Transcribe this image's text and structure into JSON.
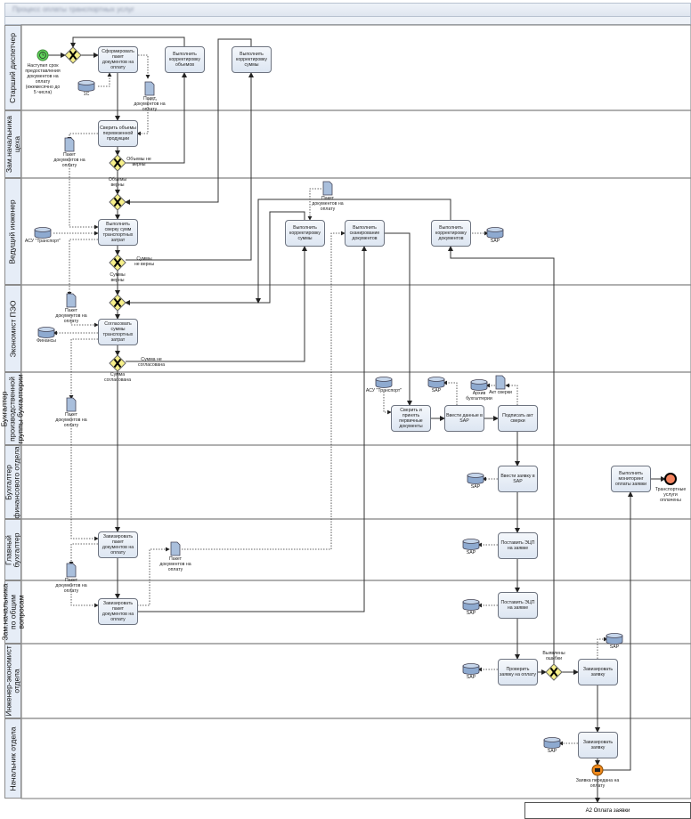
{
  "title": "Процесс оплаты транспортных услуг",
  "lanes": [
    {
      "label": "Старший диспетчер"
    },
    {
      "label": "Зам.начальника\nцеха"
    },
    {
      "label": "Ведущий инженер"
    },
    {
      "label": "Экономист ПЭО"
    },
    {
      "label": "Бухгалтер\nпроизводственной\nгруппы бухгалтерии"
    },
    {
      "label": "Бухгалтер\nфинансового отдела"
    },
    {
      "label": "Главный\nбухгалтер"
    },
    {
      "label": "Зам.начальника\nпо общим\nвопросам"
    },
    {
      "label": "Инженер-экономист\nотдела"
    },
    {
      "label": "Начальник отдела"
    }
  ],
  "tasks": [
    {
      "label": "Сформировать пакет документов на оплату"
    },
    {
      "label": "Выполнить корректировку объемов"
    },
    {
      "label": "Выполнить корректировку суммы"
    },
    {
      "label": "Сверить объемы перевезенной продукции"
    },
    {
      "label": "Выполнить сверку сумм транспортных затрат"
    },
    {
      "label": "Выполнить корректировку суммы"
    },
    {
      "label": "Выполнить сканирование документов"
    },
    {
      "label": "Выполнить корректировку документов"
    },
    {
      "label": "Согласовать суммы транспортных затрат"
    },
    {
      "label": "Сверить и принять первичные документы"
    },
    {
      "label": "Ввести данные в SAP"
    },
    {
      "label": "Подписать акт сверки"
    },
    {
      "label": "Ввести заявку в SAP"
    },
    {
      "label": "Выполнить мониторинг оплаты заявки"
    },
    {
      "label": "Завизировать пакет документов на оплату"
    },
    {
      "label": "Завизировать пакет документов на оплату"
    },
    {
      "label": "Поставить ЭЦП на заявке"
    },
    {
      "label": "Поставить ЭЦП на заявке"
    },
    {
      "label": "Проверить заявку на оплату"
    },
    {
      "label": "Завизировать заявку"
    },
    {
      "label": "Завизировать заявку"
    }
  ],
  "events": {
    "start": {
      "label": "Наступил срок\nпредоставления\nдокументов на\nоплату\n(ежемесячно до\n5 числа)",
      "color": "#5fd35a"
    },
    "end": {
      "label": "Транспортные\nуслуги\nоплачены",
      "color": "#f5845f"
    },
    "intermediate": {
      "label": "Заявка передана на\nоплату",
      "color": "#f08a1c"
    }
  },
  "gateway_labels": [
    {
      "label": "Объемы не\nверны"
    },
    {
      "label": "Объемы\nверны"
    },
    {
      "label": "Суммы\nне верны"
    },
    {
      "label": "Суммы\nверны"
    },
    {
      "label": "Сумма не\nсогласована"
    },
    {
      "label": "Сумма\nсогласована"
    },
    {
      "label": "Выявлены\nошибки"
    }
  ],
  "data_stores": [
    {
      "label": "1С"
    },
    {
      "label": "АСУ \"Транспорт\""
    },
    {
      "label": "Финансы"
    },
    {
      "label": "АСУ \"Транспорт\""
    },
    {
      "label": "SAP"
    },
    {
      "label": "Архив\nбухгалтерии"
    },
    {
      "label": "SAP"
    },
    {
      "label": "SAP"
    },
    {
      "label": "SAP"
    },
    {
      "label": "SAP"
    },
    {
      "label": "SAP"
    },
    {
      "label": "SAP"
    },
    {
      "label": "SAP"
    }
  ],
  "documents": [
    {
      "label": "Пакет\nдокументов на\nоплату"
    },
    {
      "label": "Пакет\nдокументов на\nоплату"
    },
    {
      "label": "Пакет\nдокументов на\nоплату"
    },
    {
      "label": "Пакет\nдокументов на\nоплату"
    },
    {
      "label": "Пакет\nдокументов на\nоплату"
    },
    {
      "label": "Акт сверки"
    },
    {
      "label": "Пакет\nдокументов на\nоплату"
    },
    {
      "label": "Пакет\nдокументов на\nоплату"
    }
  ],
  "subprocess": {
    "label": "А2 Оплата заявки"
  },
  "colors": {
    "task_fill": "#e4ebf5",
    "gateway": "#f7f08a",
    "doc": "#a9bfdc",
    "store": "#8eaad0"
  }
}
